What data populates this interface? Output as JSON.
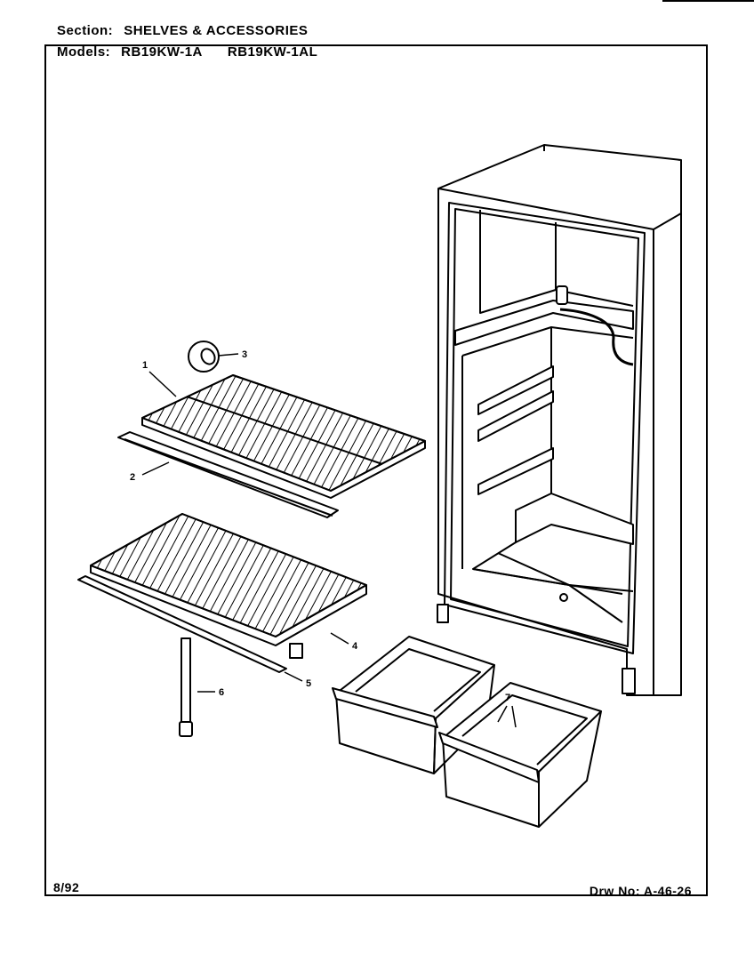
{
  "header": {
    "section_label": "Section:",
    "section_value": "SHELVES & ACCESSORIES",
    "models_label": "Models:",
    "models": [
      "RB19KW-1A",
      "RB19KW-1AL"
    ]
  },
  "footer": {
    "date": "8/92",
    "drawing_label": "Drw No:",
    "drawing_number": "A-46-26"
  },
  "callouts": {
    "c1": "1",
    "c2": "2",
    "c3": "3",
    "c4": "4",
    "c5": "5",
    "c6": "6",
    "c7": "7"
  }
}
